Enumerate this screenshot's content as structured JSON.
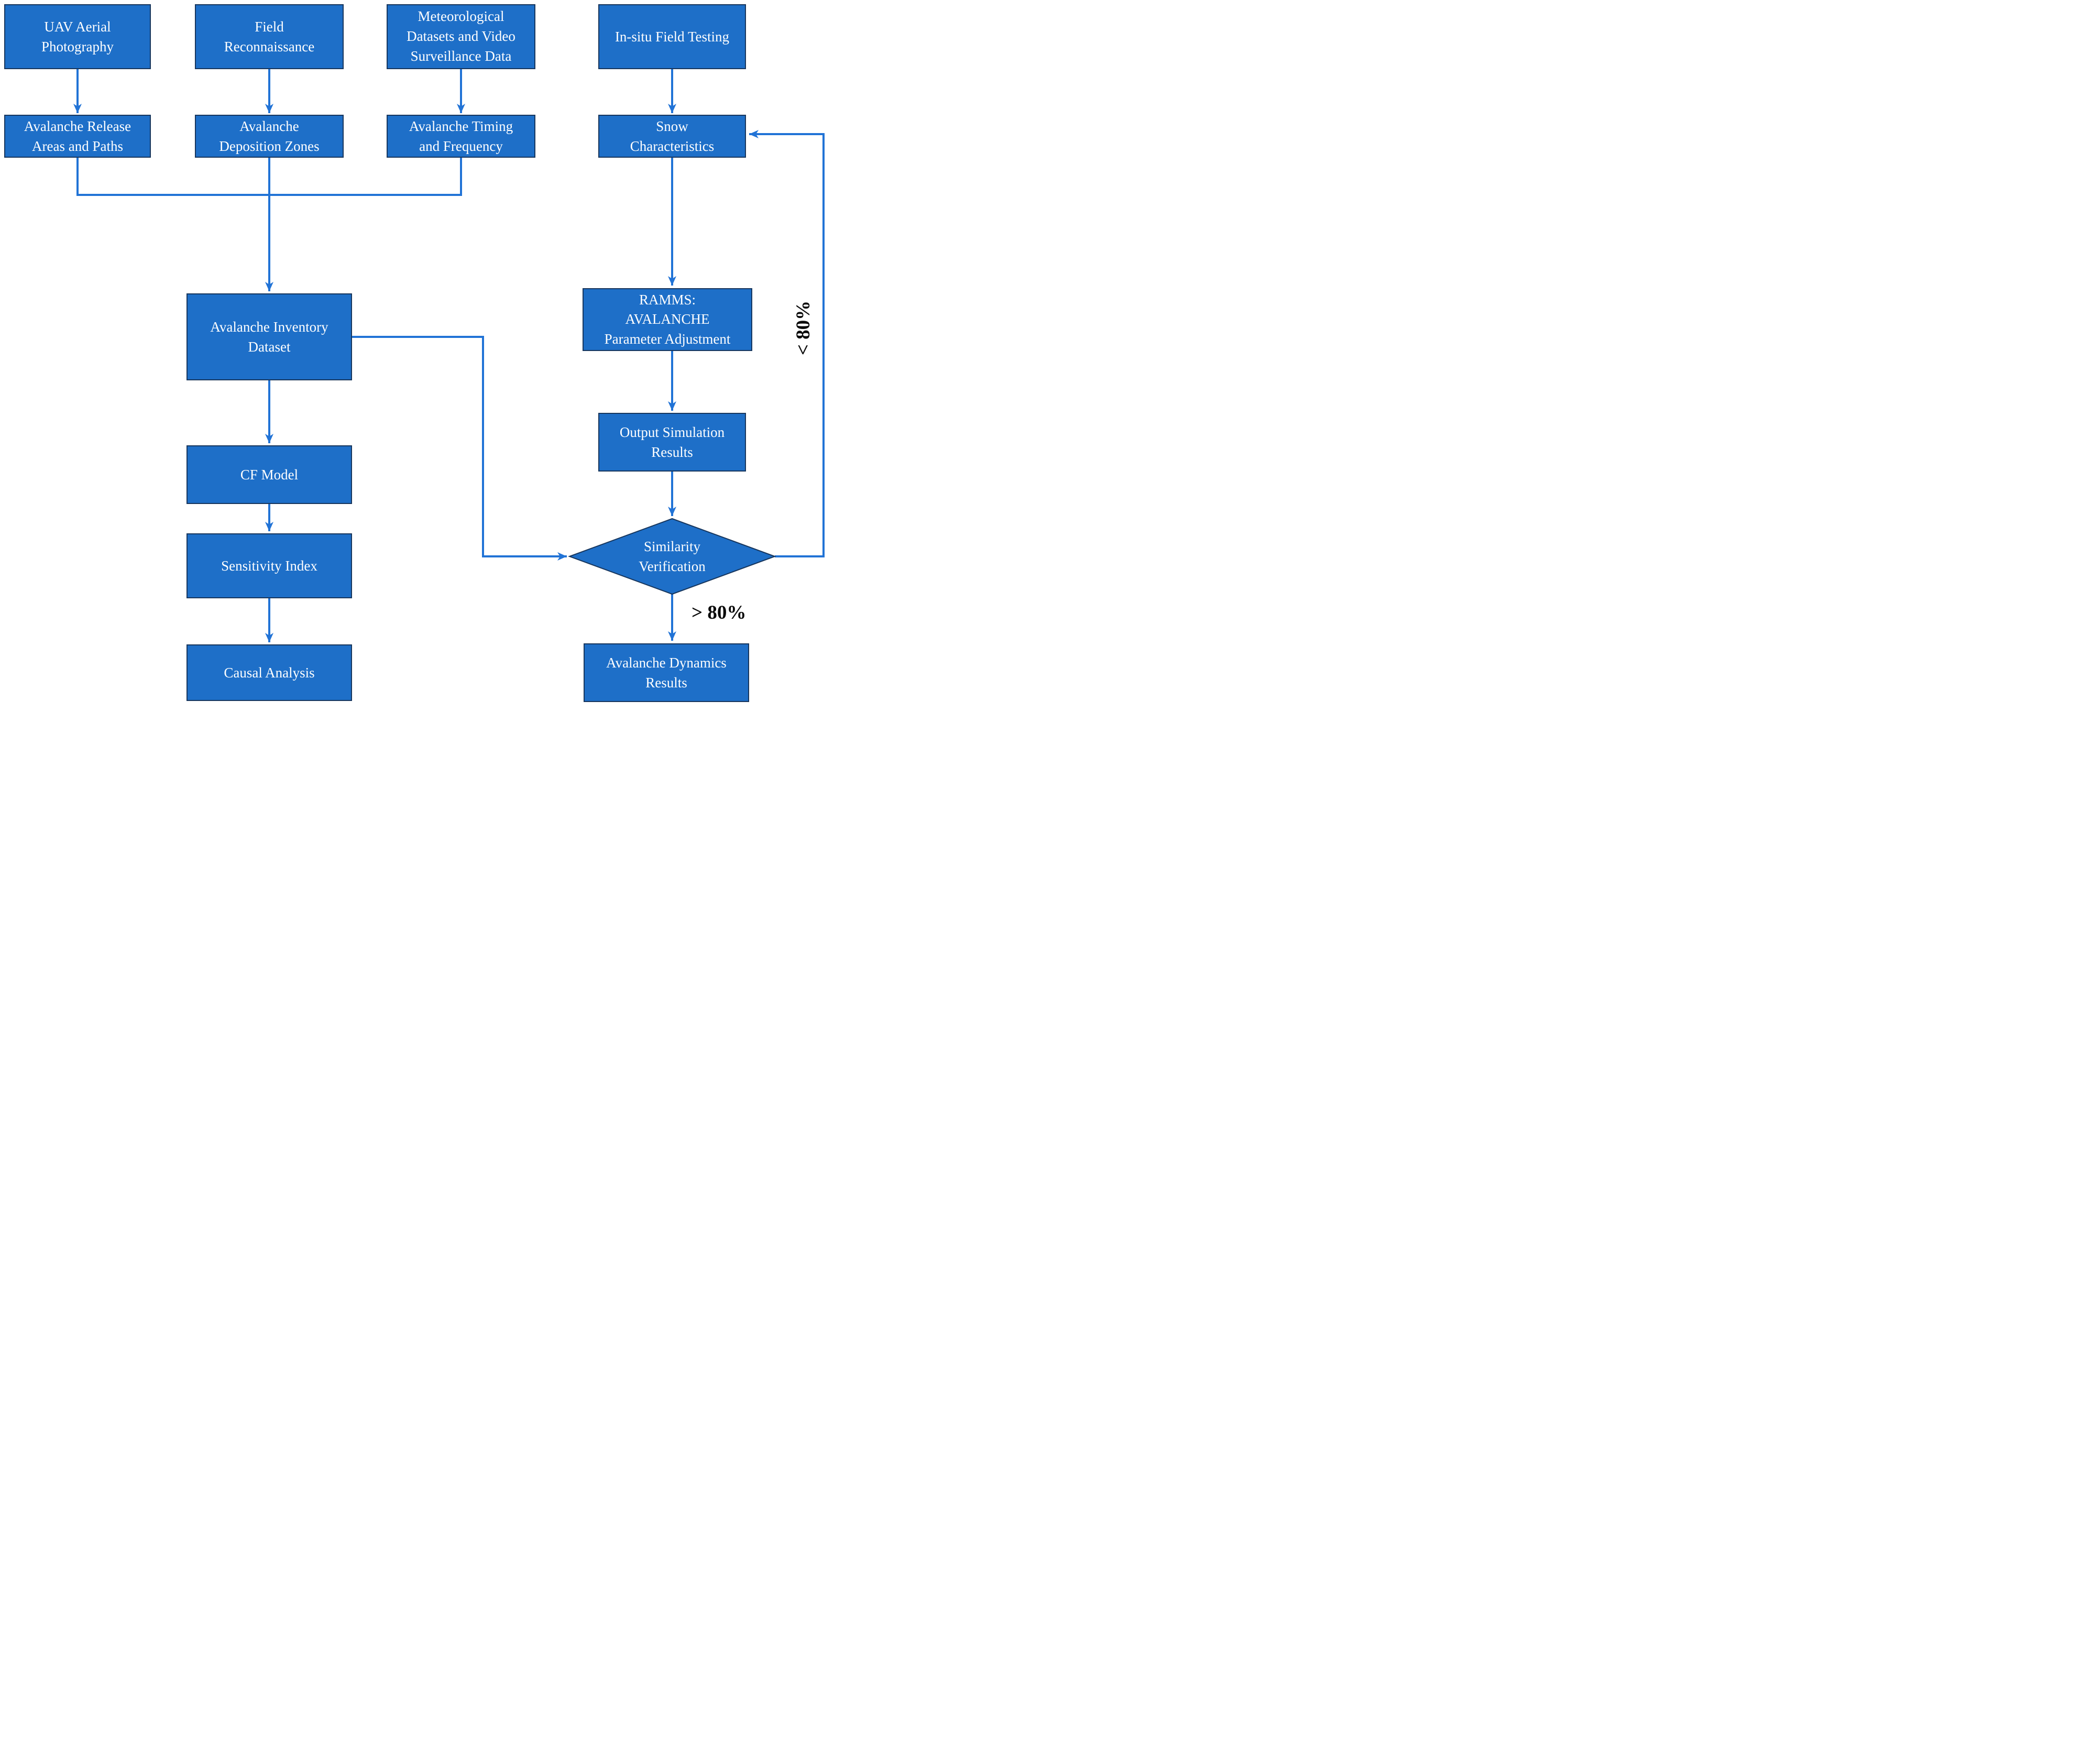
{
  "diagram": {
    "type": "flowchart",
    "colors": {
      "node_fill": "#1E6FC8",
      "node_border": "#17365D",
      "connector": "#2173D6",
      "node_text": "#FFFFFF",
      "label_text": "#0B0B0B",
      "background": "#FFFFFF"
    },
    "nodes": {
      "uav": {
        "label": "UAV Aerial\nPhotography"
      },
      "field": {
        "label": "Field\nReconnaissance"
      },
      "met": {
        "label": "Meteorological\nDatasets and Video\nSurveillance Data"
      },
      "insitu": {
        "label": "In-situ Field Testing"
      },
      "release": {
        "label": "Avalanche Release\nAreas and Paths"
      },
      "deposition": {
        "label": "Avalanche\nDeposition Zones"
      },
      "timing": {
        "label": "Avalanche Timing\nand Frequency"
      },
      "snow": {
        "label": "Snow\nCharacteristics"
      },
      "inventory": {
        "label": "Avalanche Inventory\nDataset"
      },
      "cf": {
        "label": "CF Model"
      },
      "sensitivity": {
        "label": "Sensitivity Index"
      },
      "causal": {
        "label": "Causal Analysis"
      },
      "ramms": {
        "label": "RAMMS:\nAVALANCHE\nParameter Adjustment"
      },
      "output": {
        "label": "Output Simulation\nResults"
      },
      "similarity": {
        "label": "Similarity\nVerification"
      },
      "dynamics": {
        "label": "Avalanche Dynamics\nResults"
      }
    },
    "edge_labels": {
      "below_threshold": "< 80%",
      "above_threshold": "> 80%"
    }
  }
}
